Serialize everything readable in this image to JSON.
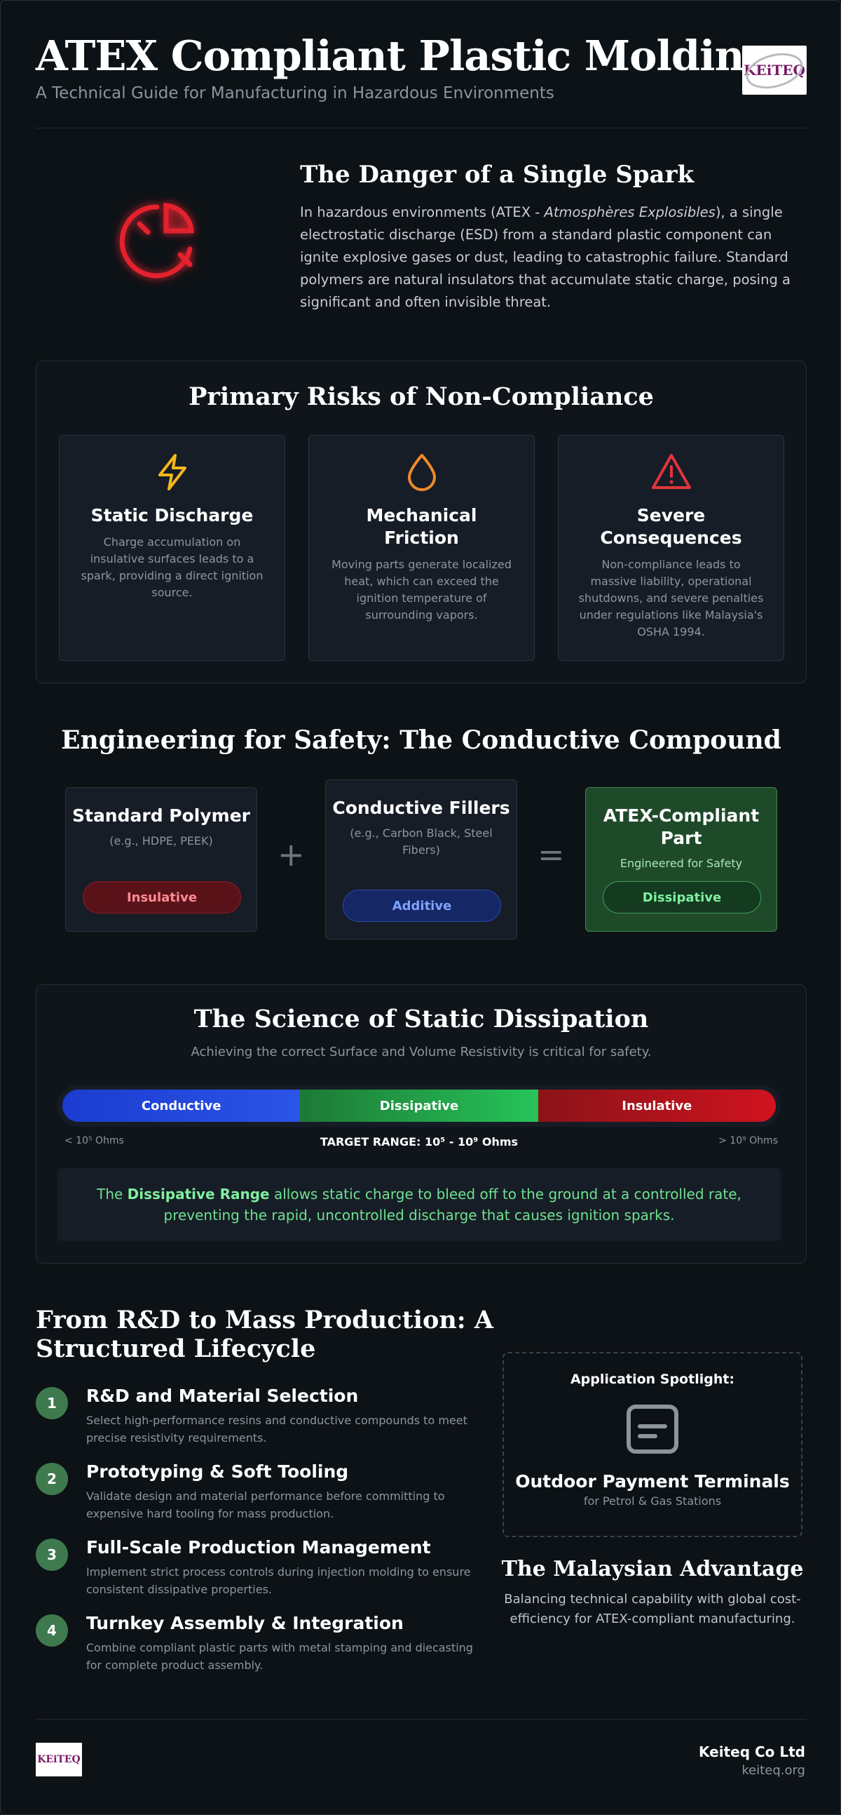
{
  "header": {
    "title": "ATEX Compliant Plastic Molding",
    "subtitle": "A Technical Guide for Manufacturing in Hazardous Environments",
    "logo_text": "KEiTEQ"
  },
  "danger": {
    "icon": "gauge-alert-icon",
    "title": "The Danger of a Single Spark",
    "body_pre": "In hazardous environments (ATEX - ",
    "body_italic": "Atmosphères Explosibles",
    "body_post": "), a single electrostatic discharge (ESD) from a standard plastic component can ignite explosive gases or dust, leading to catastrophic failure. Standard polymers are natural insulators that accumulate static charge, posing a significant and often invisible threat."
  },
  "risks": {
    "title": "Primary Risks of Non-Compliance",
    "cards": [
      {
        "icon": "lightning-icon",
        "color": "#f4b81c",
        "title": "Static Discharge",
        "text": "Charge accumulation on insulative surfaces leads to a spark, providing a direct ignition source."
      },
      {
        "icon": "droplet-icon",
        "color": "#f08a2a",
        "title": "Mechanical Friction",
        "text": "Moving parts generate localized heat, which can exceed the ignition temperature of surrounding vapors."
      },
      {
        "icon": "warning-triangle-icon",
        "color": "#e2343d",
        "title": "Severe Consequences",
        "text": "Non-compliance leads to massive liability, operational shutdowns, and severe penalties under regulations like Malaysia's OSHA 1994."
      }
    ]
  },
  "engineering": {
    "title": "Engineering for Safety: The Conductive Compound",
    "plus": "+",
    "equals": "=",
    "cards": [
      {
        "title": "Standard Polymer",
        "note": "(e.g., HDPE, PEEK)",
        "pill": "Insulative"
      },
      {
        "title": "Conductive Fillers",
        "note": "(e.g., Carbon Black, Steel Fibers)",
        "pill": "Additive"
      },
      {
        "title": "ATEX-Compliant Part",
        "note": "Engineered for Safety",
        "pill": "Dissipative"
      }
    ]
  },
  "science": {
    "title": "The Science of Static Dissipation",
    "subtitle": "Achieving the correct Surface and Volume Resistivity is critical for safety.",
    "segments": [
      "Conductive",
      "Dissipative",
      "Insulative"
    ],
    "scale_left": "< 10⁵ Ohms",
    "scale_center": "TARGET RANGE: 10⁵ - 10⁹ Ohms",
    "scale_right": "> 10⁹ Ohms",
    "callout_pre": "The ",
    "callout_bold": "Dissipative Range",
    "callout_post": " allows static charge to bleed off to the ground at a controlled rate, preventing the rapid, uncontrolled discharge that causes ignition sparks."
  },
  "lifecycle": {
    "title": "From R&D to Mass Production: A Structured Lifecycle",
    "steps": [
      {
        "num": "1",
        "title": "R&D and Material Selection",
        "text": "Select high-performance resins and conductive compounds to meet precise resistivity requirements."
      },
      {
        "num": "2",
        "title": "Prototyping & Soft Tooling",
        "text": "Validate design and material performance before committing to expensive hard tooling for mass production."
      },
      {
        "num": "3",
        "title": "Full-Scale Production Management",
        "text": "Implement strict process controls during injection molding to ensure consistent dissipative properties."
      },
      {
        "num": "4",
        "title": "Turnkey Assembly & Integration",
        "text": "Combine compliant plastic parts with metal stamping and diecasting for complete product assembly."
      }
    ]
  },
  "spotlight": {
    "label": "Application Spotlight:",
    "icon": "payment-terminal-icon",
    "title": "Outdoor Payment Terminals",
    "subtitle": "for Petrol & Gas Stations"
  },
  "advantage": {
    "title": "The Malaysian Advantage",
    "text": "Balancing technical capability with global cost-efficiency for ATEX-compliant manufacturing."
  },
  "footer": {
    "logo_text": "KEiTEQ",
    "company": "Keiteq Co Ltd",
    "url": "keiteq.org"
  }
}
